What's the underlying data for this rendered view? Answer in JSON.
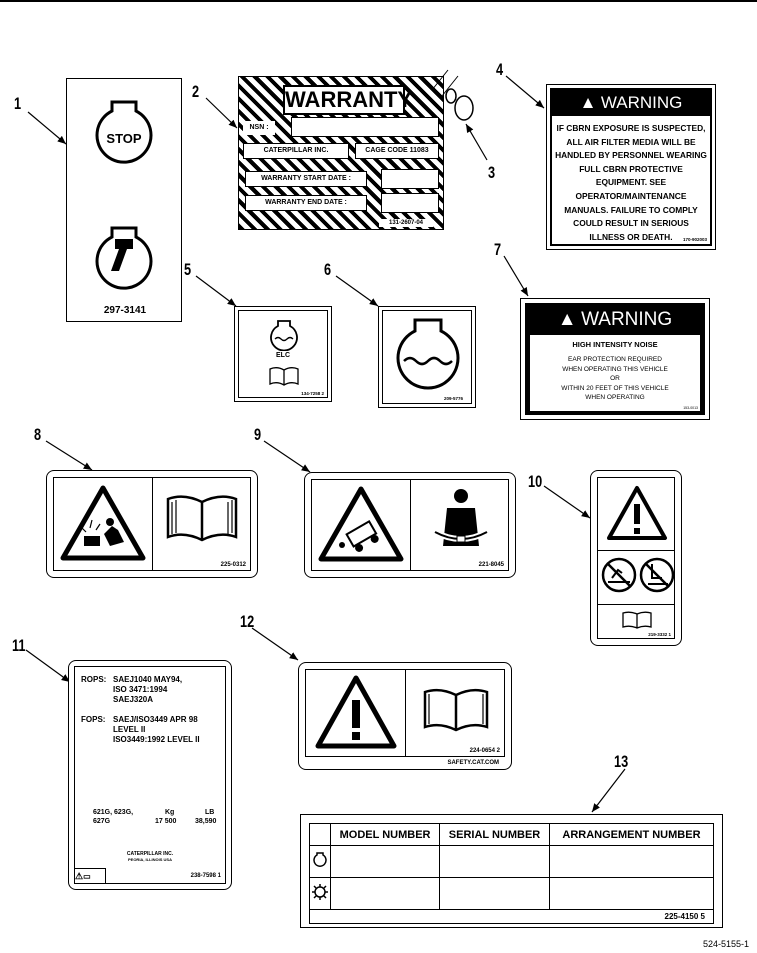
{
  "callouts": [
    "1",
    "2",
    "3",
    "4",
    "5",
    "6",
    "7",
    "8",
    "9",
    "10",
    "11",
    "12",
    "13"
  ],
  "decal1": {
    "part": "297-3141",
    "stop": "STOP"
  },
  "decal2": {
    "title": "WARRANTY",
    "nsn": "NSN :",
    "maker": "CATERPILLAR INC.",
    "cage": "CAGE CODE 11083",
    "start": "WARRANTY START DATE :",
    "end": "WARRANTY END DATE :",
    "part": "131-2607-04"
  },
  "decal4": {
    "header": "WARNING",
    "lines": [
      "IF CBRN EXPOSURE IS SUSPECTED,",
      "ALL AIR FILTER MEDIA WILL BE",
      "HANDLED BY PERSONNEL WEARING",
      "FULL CBRN PROTECTIVE",
      "EQUIPMENT. SEE",
      "OPERATOR/MAINTENANCE",
      "MANUALS. FAILURE TO COMPLY",
      "COULD RESULT IN SERIOUS",
      "ILLNESS OR DEATH."
    ],
    "part": "170-902003"
  },
  "decal5": {
    "label": "ELC",
    "part": "134-7258 2"
  },
  "decal6": {
    "part": "209-5776"
  },
  "decal7": {
    "header": "WARNING",
    "subtitle": "HIGH INTENSITY NOISE",
    "lines": [
      "EAR PROTECTION REQUIRED",
      "WHEN OPERATING THIS VEHICLE",
      "OR",
      "WITHIN 20 FEET OF THIS VEHICLE",
      "WHEN OPERATING"
    ],
    "part": "153-0013"
  },
  "decal8": {
    "part": "225-0312"
  },
  "decal9": {
    "part": "221-8045"
  },
  "decal10": {
    "part": "219-3332 1"
  },
  "decal11": {
    "rops_label": "ROPS:",
    "rops_lines": [
      "SAEJ1040 MAY94,",
      "ISO 3471:1994",
      "SAEJ320A"
    ],
    "fops_label": "FOPS:",
    "fops_lines": [
      "SAEJ/ISO3449 APR 98",
      "LEVEL II",
      "ISO3449:1992 LEVEL II"
    ],
    "models_line1": "621G, 623G,",
    "models_line2": "627G",
    "kg_label": "Kg",
    "lb_label": "LB",
    "kg_value": "17 500",
    "lb_value": "38,590",
    "maker": "CATERPILLAR INC.",
    "city": "PEORIA, ILLINOIS USA",
    "part": "238-7598 1"
  },
  "decal12": {
    "part": "224-0654 2",
    "url": "SAFETY.CAT.COM"
  },
  "decal13": {
    "headers": [
      "MODEL NUMBER",
      "SERIAL NUMBER",
      "ARRANGEMENT NUMBER"
    ],
    "part": "225-4150 5"
  },
  "figure_id": "524-5155-1"
}
